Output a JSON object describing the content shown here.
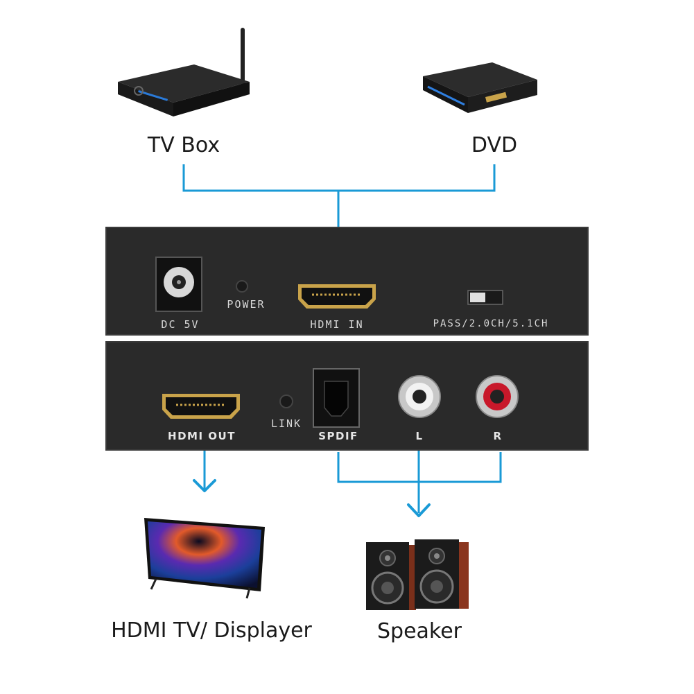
{
  "devices": {
    "tv_box": {
      "label": "TV Box"
    },
    "dvd": {
      "label": "DVD"
    },
    "hdmi_tv": {
      "label": "HDMI TV/ Displayer"
    },
    "speaker": {
      "label": "Speaker"
    }
  },
  "front_panel": {
    "dc_label": "DC 5V",
    "power_label": "POWER",
    "hdmi_in_label": "HDMI IN",
    "mode_label": "PASS/2.0CH/5.1CH"
  },
  "rear_panel": {
    "hdmi_out_label": "HDMI OUT",
    "link_label": "LINK",
    "spdif_label": "SPDIF",
    "left_label": "L",
    "right_label": "R"
  },
  "colors": {
    "connector_line": "#1a9ad6",
    "panel": "#2a2a2a",
    "hdmi_gold": "#c9a34a",
    "rca_red": "#c8182a"
  }
}
